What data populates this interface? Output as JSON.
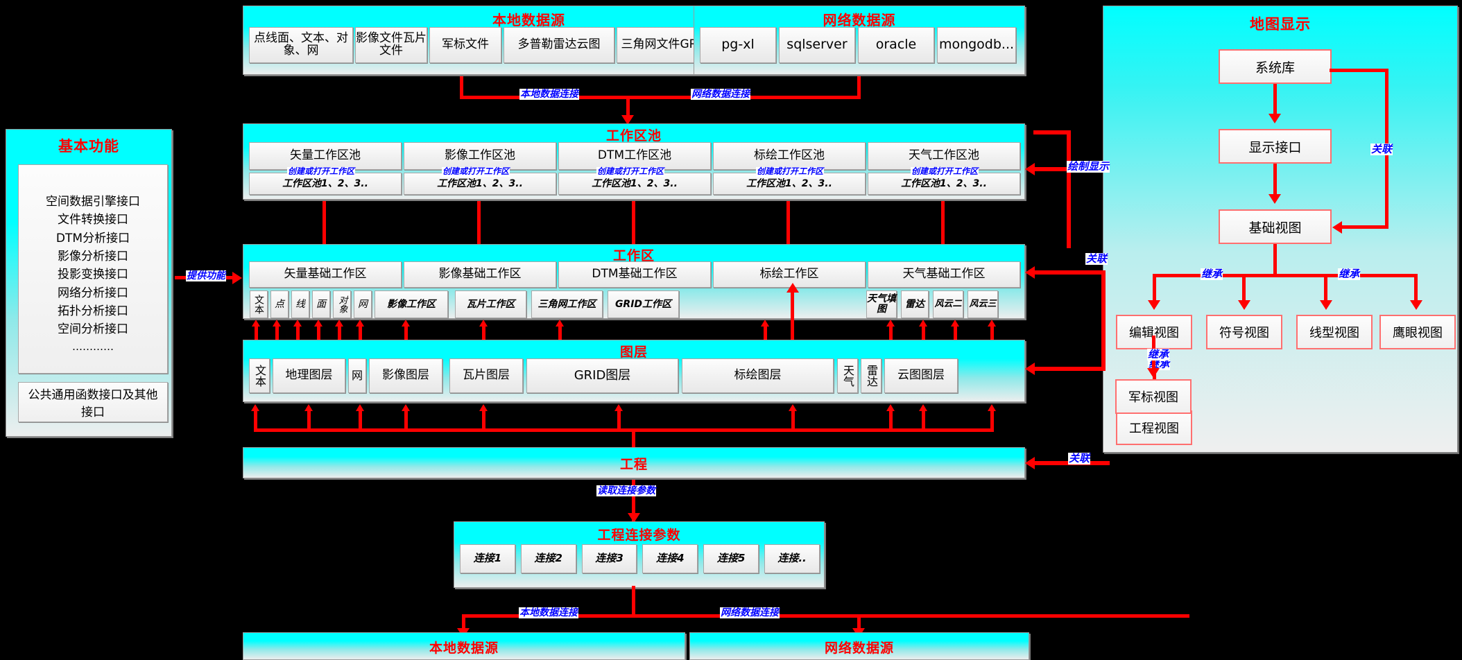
{
  "local_source_top": {
    "title": "本地数据源",
    "items": [
      "点线面、文本、对象、网",
      "影像文件瓦片文件",
      "军标文件",
      "多普勒雷达云图",
      "三角网文件GRID文件"
    ]
  },
  "network_source_top": {
    "title": "网络数据源",
    "items": [
      "pg-xl",
      "sqlserver",
      "oracle",
      "mongodb..."
    ]
  },
  "basic_functions": {
    "title": "基本功能",
    "interfaces": [
      "空间数据引擎接口",
      "文件转换接口",
      "DTM分析接口",
      "影像分析接口",
      "投影变换接口",
      "网络分析接口",
      "拓扑分析接口",
      "空间分析接口",
      "…………"
    ],
    "footer": "公共通用函数接口及其他接口"
  },
  "workarea_pool": {
    "title": "工作区池",
    "pools": [
      "矢量工作区池",
      "影像工作区池",
      "DTM工作区池",
      "标绘工作区池",
      "天气工作区池"
    ],
    "instances": [
      "工作区池1、2、3..",
      "工作区池1、2、3..",
      "工作区池1、2、3..",
      "工作区池1、2、3..",
      "工作区池1、2、3.."
    ]
  },
  "workarea": {
    "title": "工作区",
    "bases": [
      "矢量基础工作区",
      "影像基础工作区",
      "DTM基础工作区",
      "标绘工作区",
      "天气基础工作区"
    ],
    "sub": [
      "文本",
      "点",
      "线",
      "面",
      "对象",
      "网",
      "影像工作区",
      "瓦片工作区",
      "三角网工作区",
      "GRID工作区",
      "天气填图",
      "雷达",
      "风云二",
      "风云三"
    ]
  },
  "layers": {
    "title": "图层",
    "items": [
      "文本",
      "地理图层",
      "网",
      "影像图层",
      "瓦片图层",
      "GRID图层",
      "标绘图层",
      "天气",
      "雷达",
      "云图图层"
    ]
  },
  "project": {
    "title": "工程"
  },
  "project_conn": {
    "title": "工程连接参数",
    "items": [
      "连接1",
      "连接2",
      "连接3",
      "连接4",
      "连接5",
      "连接.."
    ]
  },
  "bottom_sources": {
    "local": "本地数据源",
    "network": "网络数据源"
  },
  "map_display": {
    "title": "地图显示",
    "system_lib": "系统库",
    "display_interface": "显示接口",
    "base_view": "基础视图",
    "views": [
      "编辑视图",
      "符号视图",
      "线型视图",
      "鹰眼视图"
    ],
    "project_view": "工程视图",
    "military_view": "军标视图"
  },
  "edge_labels": {
    "local_conn": "本地数据连接",
    "network_conn": "网络数据连接",
    "create_or_open": "创建或打开工作区",
    "provide_func": "提供功能",
    "read_conn_params": "读取连接参数",
    "draw_display": "绘制显示",
    "associate": "关联",
    "inherit": "继承"
  },
  "colors": {
    "connector": "#FF0000",
    "edge_label_text": "#0000FF",
    "panel_title": "#FF0000",
    "panel_cyan": "#00FFFF"
  }
}
